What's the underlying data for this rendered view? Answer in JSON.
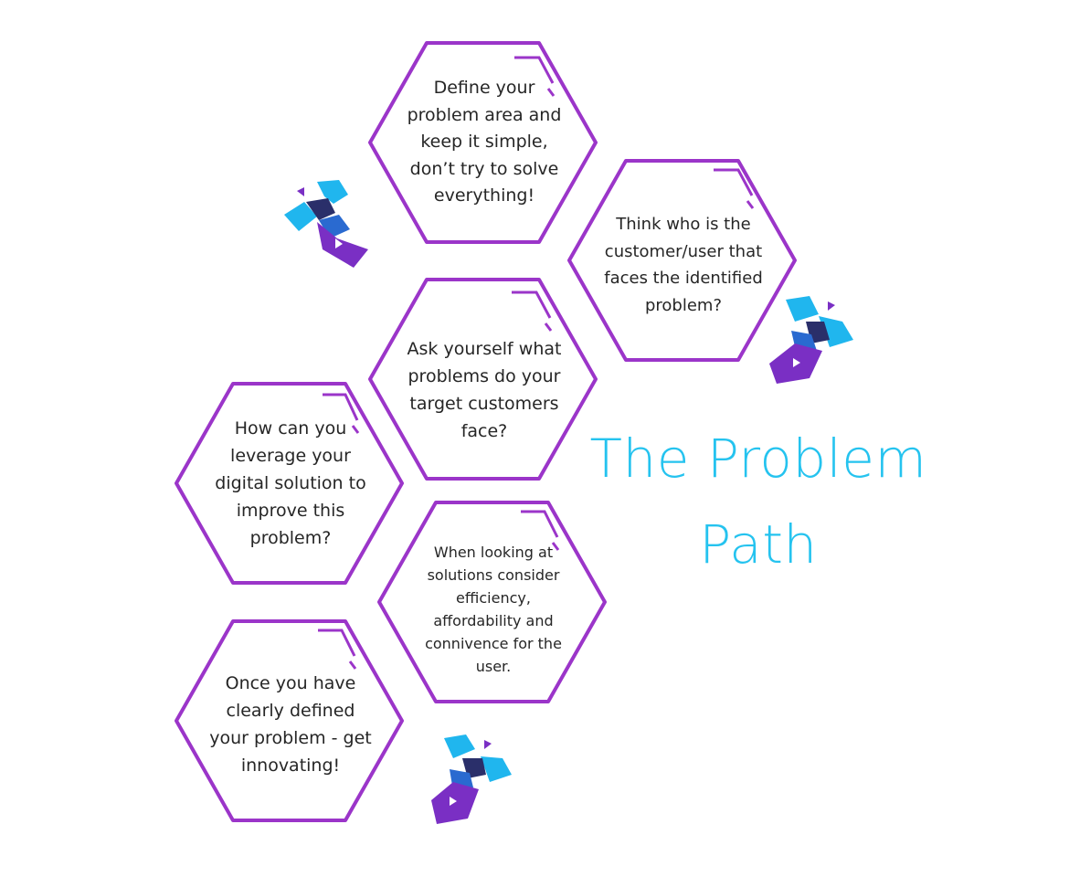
{
  "title": {
    "line1": "The Problem",
    "line2": "Path"
  },
  "steps": [
    {
      "text": "Define your\nproblem area and\nkeep it simple,\ndon’t try to solve\neverything!"
    },
    {
      "text": "Think who is the\ncustomer/user that\nfaces the identified\nproblem?"
    },
    {
      "text": "Ask yourself what\nproblems do your\ntarget customers\nface?"
    },
    {
      "text": "How can you\nleverage your\ndigital solution to\nimprove this\nproblem?"
    },
    {
      "text": "When looking at\nsolutions consider\nefficiency,\naffordability and\nconnivence for the\nuser."
    },
    {
      "text": "Once you have\nclearly defined\nyour problem - get\ninnovating!"
    }
  ],
  "colors": {
    "hex_stroke": "#9b35c9",
    "title": "#25c3ef",
    "logo_cyan": "#20b6ee",
    "logo_navy": "#2a2f6a",
    "logo_purple": "#7a2fc4"
  },
  "icons": [
    "hexagon-outline",
    "brand-logo-mark"
  ]
}
